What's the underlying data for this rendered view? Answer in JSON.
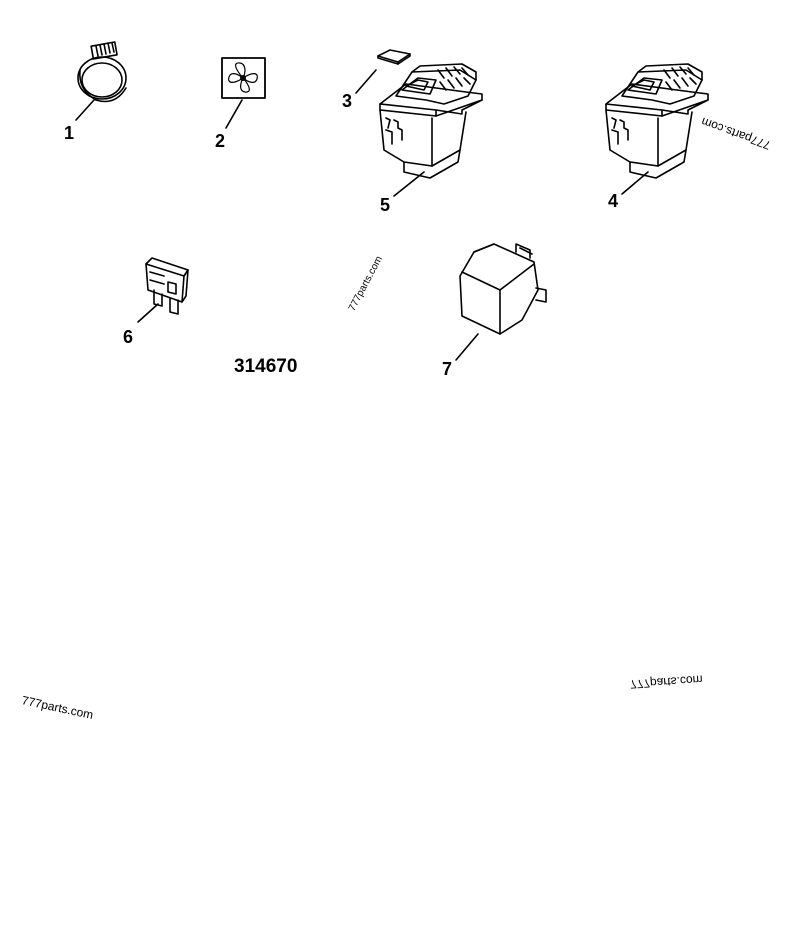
{
  "figure_number": "314670",
  "callouts": [
    "1",
    "2",
    "3",
    "4",
    "5",
    "6",
    "7"
  ],
  "watermarks": [
    "777parts.com",
    "777parts.com",
    "777parts.com",
    "777parts.com"
  ],
  "line_color": "#000000",
  "background": "#ffffff"
}
